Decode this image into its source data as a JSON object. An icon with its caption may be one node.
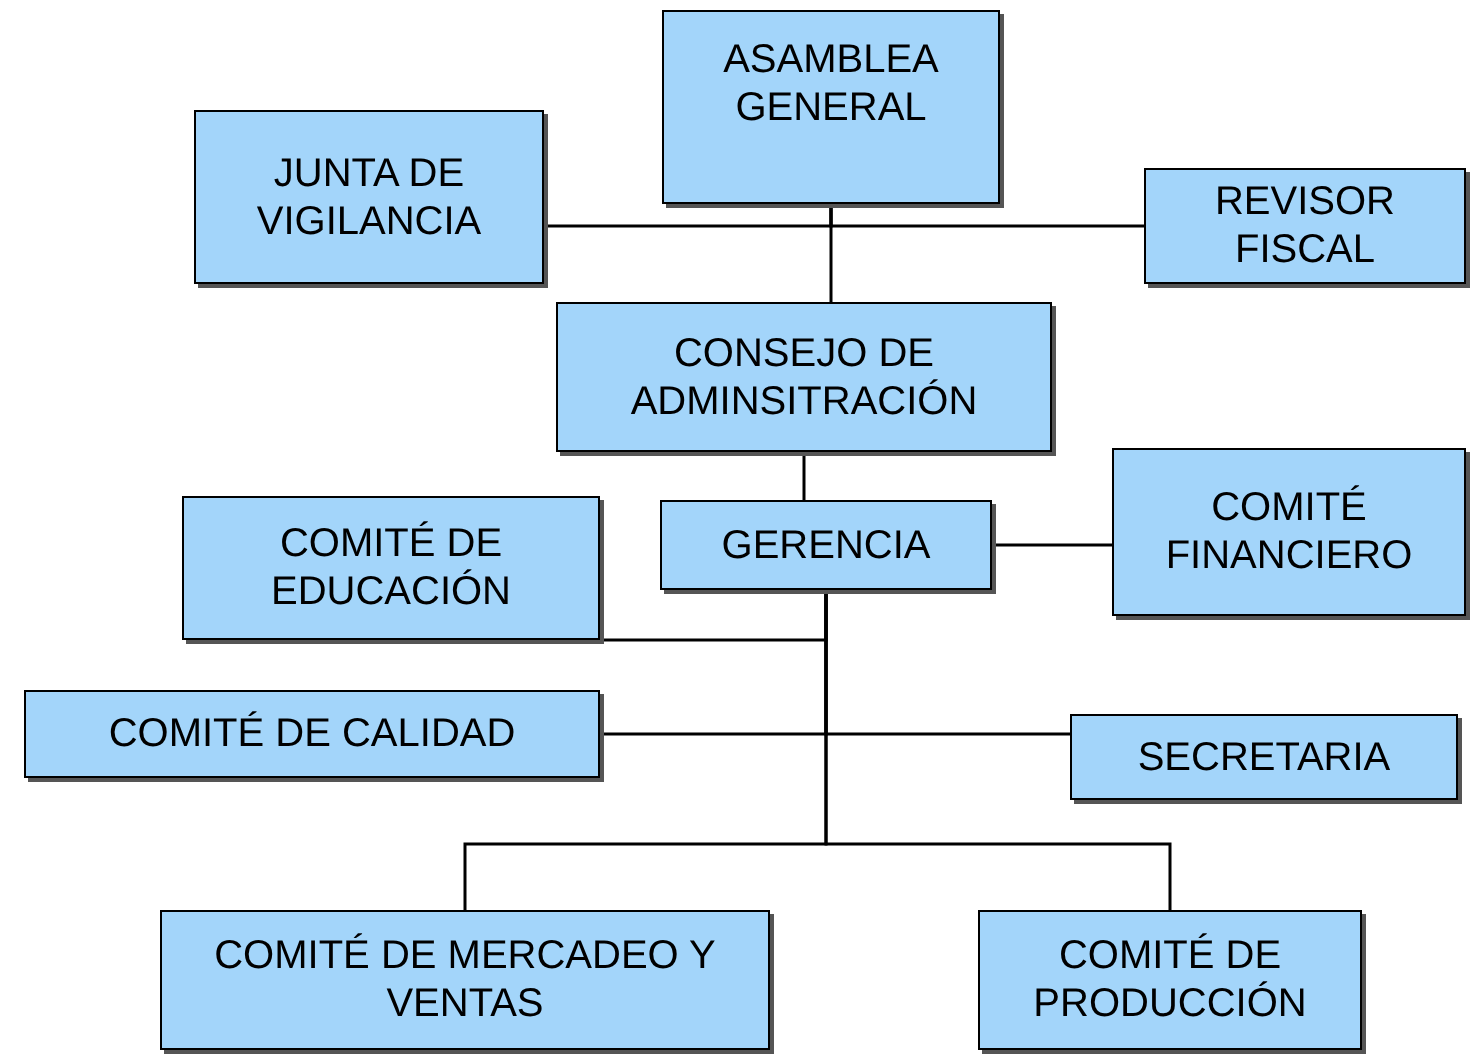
{
  "diagram": {
    "nodes": [
      {
        "text": [
          "ASAMBLEA GENERAL"
        ]
      },
      {
        "text": [
          "JUNTA DE VIGILANCIA"
        ]
      },
      {
        "text": [
          "REVISOR FISCAL"
        ]
      },
      {
        "text": [
          "CONSEJO DE ADMINSITRACIÓN"
        ]
      },
      {
        "text": [
          "GERENCIA"
        ]
      },
      {
        "text": [
          "COMITÉ FINANCIERO"
        ]
      },
      {
        "text": [
          "COMITÉ DE EDUCACIÓN"
        ]
      },
      {
        "text": [
          "COMITÉ DE CALIDAD"
        ]
      },
      {
        "text": [
          "SECRETARIA"
        ]
      },
      {
        "text": [
          "COMITÉ DE MERCADEO Y VENTAS"
        ]
      },
      {
        "text": [
          "COMITÉ DE PRODUCCIÓN"
        ]
      }
    ],
    "edges": [
      {
        "from": 0,
        "to": 3,
        "arrow": "none"
      },
      {
        "from": 0,
        "to": 1,
        "arrow": "none"
      },
      {
        "from": 0,
        "to": 2,
        "arrow": "none"
      },
      {
        "from": 3,
        "to": 4,
        "arrow": "none"
      },
      {
        "from": 4,
        "to": 5,
        "arrow": "none"
      },
      {
        "from": 4,
        "to": 6,
        "arrow": "none"
      },
      {
        "from": 4,
        "to": 7,
        "arrow": "none"
      },
      {
        "from": 4,
        "to": 8,
        "arrow": "none"
      },
      {
        "from": 4,
        "to": 9,
        "arrow": "none"
      },
      {
        "from": 4,
        "to": 10,
        "arrow": "none"
      }
    ]
  }
}
